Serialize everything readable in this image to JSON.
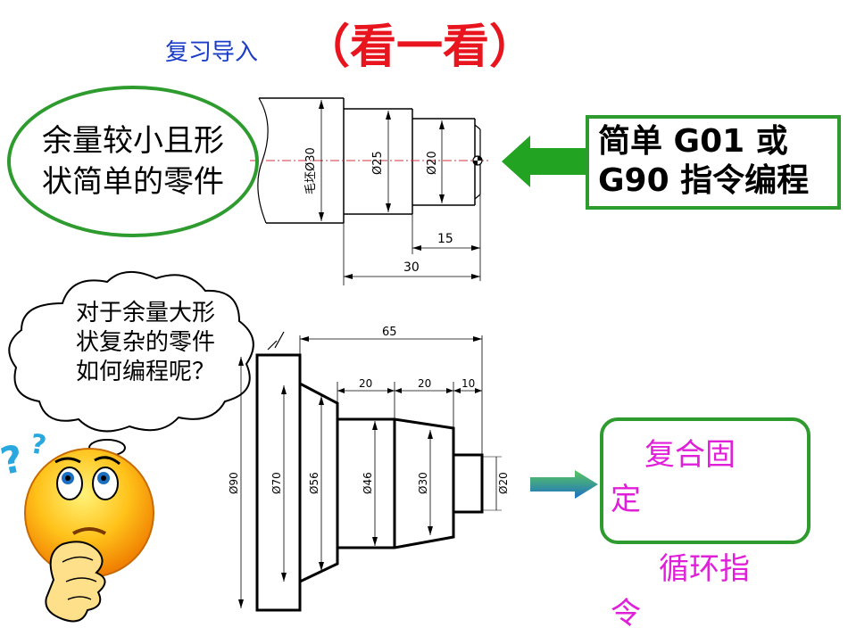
{
  "header": {
    "subtitle": "复习导入",
    "title": "（看一看）"
  },
  "top_section": {
    "oval_text": [
      "余量较小且形",
      "状简单的零件"
    ],
    "instruction_lines": [
      "简单 G01 或",
      "G90 指令编程"
    ],
    "drawing_labels": {
      "blank_dia": "毛坯Ø30",
      "dia_25": "Ø25",
      "dia_20": "Ø20",
      "len_15": "15",
      "len_30": "30"
    }
  },
  "bottom_section": {
    "cloud_lines": [
      "对于余量大形",
      "状复杂的零件",
      "如何编程呢？"
    ],
    "drawing_labels": {
      "len_65": "65",
      "len_20a": "20",
      "len_20b": "20",
      "len_10": "10",
      "dia_90": "Ø90",
      "dia_70": "Ø70",
      "dia_56": "Ø56",
      "dia_46": "Ø46",
      "dia_30": "Ø30",
      "dia_20": "Ø20"
    },
    "answer_lines": [
      "复合固",
      "定",
      "循环指",
      "令"
    ]
  },
  "colors": {
    "green": "#2e9b2e",
    "red": "#e8141e",
    "blue": "#1a3cc8",
    "magenta": "#e020d8"
  }
}
